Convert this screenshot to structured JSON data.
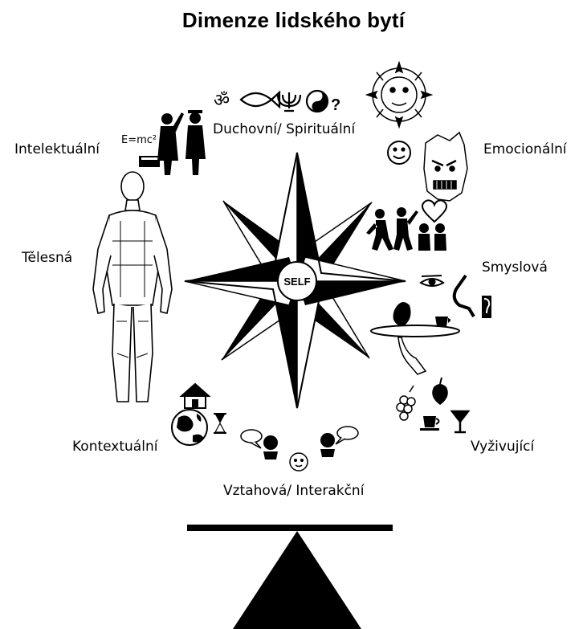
{
  "title": "Dimenze lidského bytí",
  "center_label": "SELF",
  "dimensions": {
    "intellectual": "Intelektuální",
    "spiritual": "Duchovní/ Spirituální",
    "emotional": "Emocionální",
    "physical": "Tělesná",
    "sensory": "Smyslová",
    "contextual": "Kontextuální",
    "nourishing": "Vyživující",
    "relational": "Vztahová/ Interakční"
  },
  "formula": "E=mc²"
}
